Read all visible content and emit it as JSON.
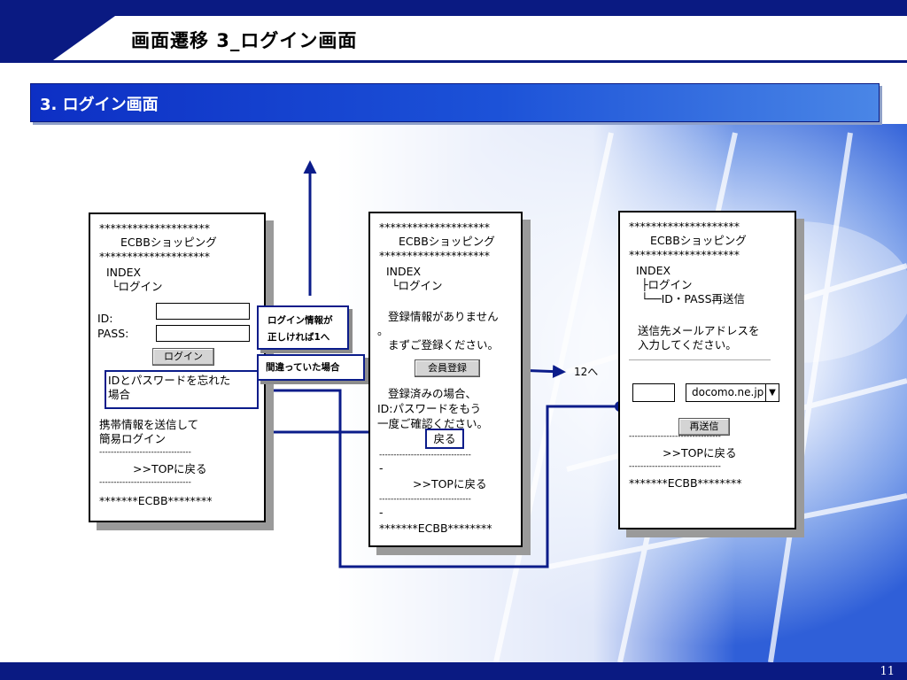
{
  "header": {
    "title": "画面遷移 3_ログイン画面"
  },
  "section": {
    "title": "3. ログイン画面"
  },
  "phone1": {
    "stars_top": "********************",
    "shop": "ECBBショッピング",
    "stars_mid": "********************",
    "index": "INDEX",
    "breadcrumb": "ログイン",
    "id_label": "ID:",
    "pass_label": "PASS:",
    "login_button": "ログイン",
    "forgot_line1": "IDとパスワードを忘れた",
    "forgot_line2": "場合",
    "mobile_line1": "携帯情報を送信して",
    "mobile_line2": "簡易ログイン",
    "dashes1": "--------------------------------",
    "top_link": ">>TOPに戻る",
    "dashes2": "--------------------------------",
    "footer": "*******ECBB********"
  },
  "callouts": {
    "correct_line1": "ログイン情報が",
    "correct_line2": "正しければ1へ",
    "wrong": "間違っていた場合"
  },
  "phone2": {
    "stars_top": "********************",
    "shop": "ECBBショッピング",
    "stars_mid": "********************",
    "index": "INDEX",
    "breadcrumb": "ログイン",
    "msg1": "登録情報がありません",
    "dot": "。",
    "msg2": "まずご登録ください。",
    "register_button": "会員登録",
    "msg3": "登録済みの場合、",
    "msg4": "ID:パスワードをもう",
    "msg5": "一度ご確認ください。",
    "back_button": "戻る",
    "dashes1": "--------------------------------",
    "dash_tail1": "-",
    "top_link": ">>TOPに戻る",
    "dashes2": "--------------------------------",
    "dash_tail2": "-",
    "footer": "*******ECBB********"
  },
  "arrow_label": "12へ",
  "phone3": {
    "stars_top": "********************",
    "shop": "ECBBショッピング",
    "stars_mid": "********************",
    "index": "INDEX",
    "breadcrumb1": "ログイン",
    "breadcrumb2": "ID・PASS再送信",
    "msg1": "送信先メールアドレスを",
    "msg2": "入力してください。",
    "domain_select": "docomo.ne.jp",
    "resend_button": "再送信",
    "dashes1": "--------------------------------",
    "top_link": ">>TOPに戻る",
    "dashes2": "--------------------------------",
    "footer": "*******ECBB********"
  },
  "page_number": "11"
}
